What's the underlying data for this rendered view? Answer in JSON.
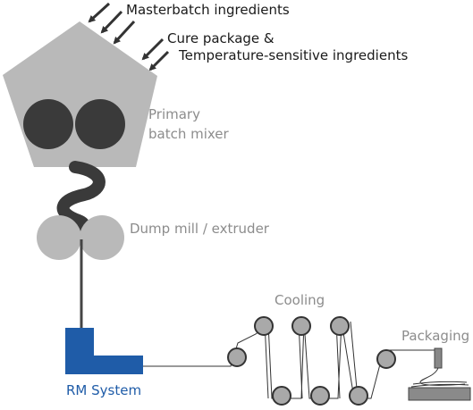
{
  "labels": {
    "masterbatch": "Masterbatch ingredients",
    "cure_line1": "Cure package &",
    "cure_line2": "Temperature-sensitive ingredients",
    "mixer_line1": "Primary",
    "mixer_line2": "batch mixer",
    "dump_mill": "Dump mill / extruder",
    "cooling": "Cooling",
    "packaging": "Packaging",
    "rm_system": "RM System"
  },
  "colors": {
    "mixer_body": "#b9b9b9",
    "rotor": "#3a3a3a",
    "mill_roll": "#b9b9b9",
    "cooling_roll": "#a9a9a9",
    "rm_system": "#1f5ca8",
    "arrow": "#333333",
    "label_grey": "#8c8c8c"
  }
}
